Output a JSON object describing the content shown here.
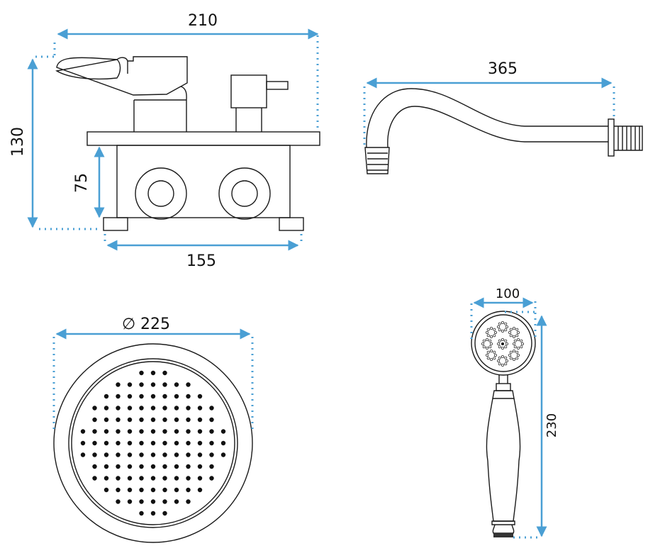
{
  "colors": {
    "dimension_arrow": "#4a9fd4",
    "line": "#1a1a1a"
  },
  "mixer": {
    "width_total": "210",
    "height_total": "130",
    "box_height": "75",
    "box_width": "155"
  },
  "spout": {
    "length": "365"
  },
  "shower_head": {
    "diameter_symbol": "∅",
    "diameter": "225"
  },
  "hand_shower": {
    "head_width": "100",
    "length": "230"
  }
}
